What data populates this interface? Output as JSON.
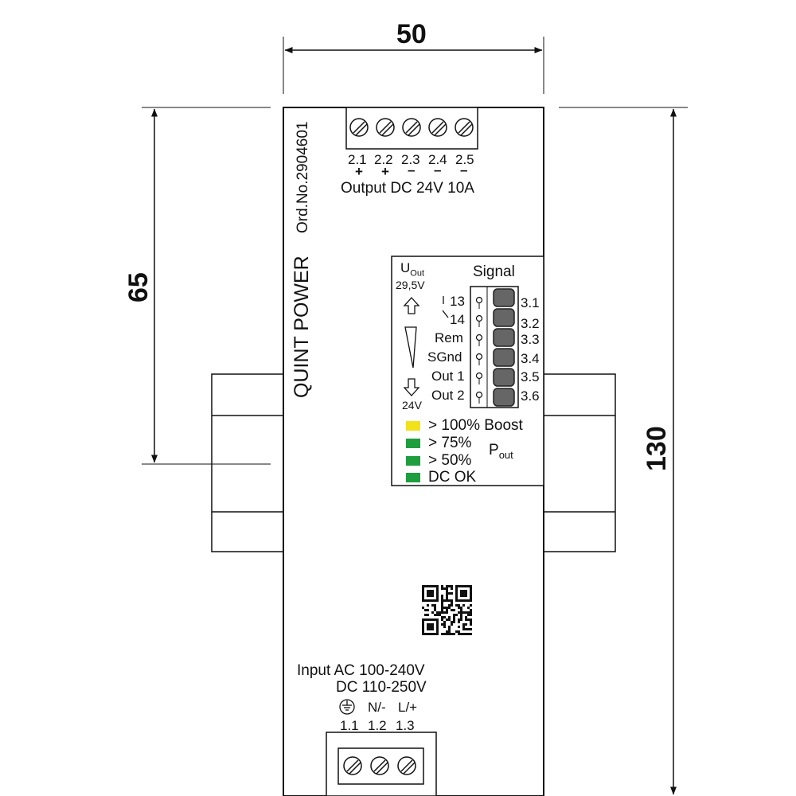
{
  "dimensions": {
    "width": "50",
    "height_total": "130",
    "height_partial": "65"
  },
  "device": {
    "product_name": "QUINT POWER",
    "order_number": "Ord.No.2904601"
  },
  "output": {
    "terminals": [
      {
        "id": "2.1",
        "polarity": "+"
      },
      {
        "id": "2.2",
        "polarity": "+"
      },
      {
        "id": "2.3",
        "polarity": "–"
      },
      {
        "id": "2.4",
        "polarity": "–"
      },
      {
        "id": "2.5",
        "polarity": "–"
      }
    ],
    "label": "Output DC 24V 10A"
  },
  "signal_panel": {
    "title": "Signal",
    "uout_label": "U",
    "uout_sub": "Out",
    "uout_max": "29,5V",
    "uout_min": "24V",
    "contacts": [
      {
        "name": "13",
        "terminal": "3.1"
      },
      {
        "name": "14",
        "terminal": "3.2"
      },
      {
        "name": "Rem",
        "terminal": "3.3"
      },
      {
        "name": "SGnd",
        "terminal": "3.4"
      },
      {
        "name": "Out 1",
        "terminal": "3.5"
      },
      {
        "name": "Out 2",
        "terminal": "3.6"
      }
    ],
    "leds": [
      {
        "label": "> 100% Boost",
        "color": "#f2e21a"
      },
      {
        "label": "> 75%",
        "color": "#1e9e3e"
      },
      {
        "label": "> 50%",
        "color": "#1e9e3e"
      },
      {
        "label": "DC OK",
        "color": "#1e9e3e"
      }
    ],
    "pout_label": "P",
    "pout_sub": "out"
  },
  "input": {
    "label_line1": "Input AC 100-240V",
    "label_line2": "DC 110-250V",
    "terminal_names": [
      "N/-",
      "L/+"
    ],
    "terminals": [
      "1.1",
      "1.2",
      "1.3"
    ]
  },
  "icons": [
    "screw-terminal-icon",
    "ground-icon",
    "qr-code-icon",
    "arrow-up-icon",
    "arrow-down-icon",
    "potentiometer-icon",
    "relay-contact-icon"
  ]
}
